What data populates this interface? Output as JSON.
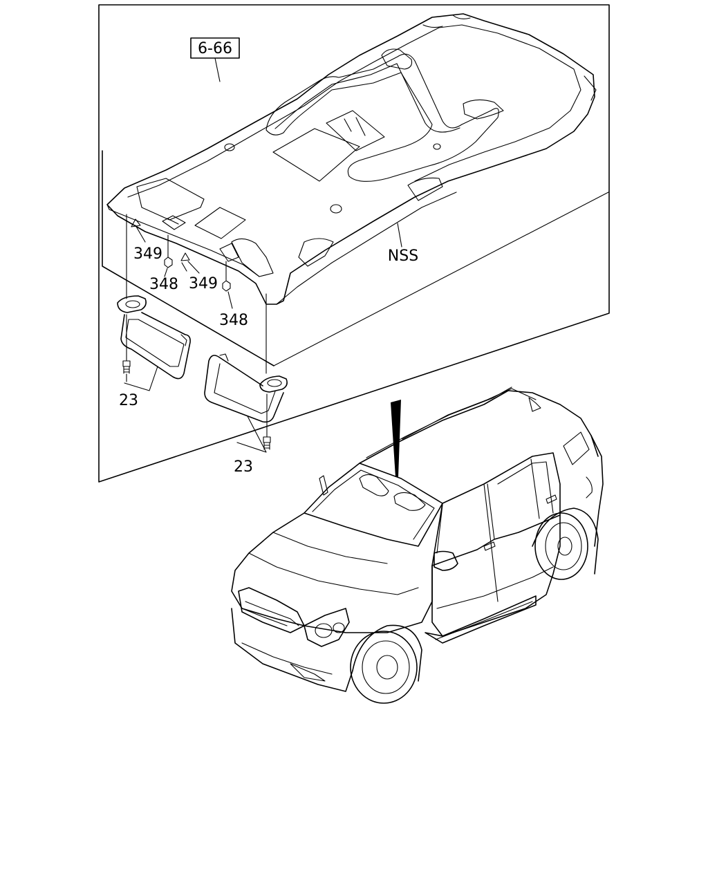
{
  "diagram": {
    "reference_box": "6-66",
    "callouts": {
      "nss": "NSS",
      "clip_left": "349",
      "clip_right": "349",
      "nut_left": "348",
      "nut_right": "348",
      "screw_left": "23",
      "screw_right": "23"
    }
  }
}
